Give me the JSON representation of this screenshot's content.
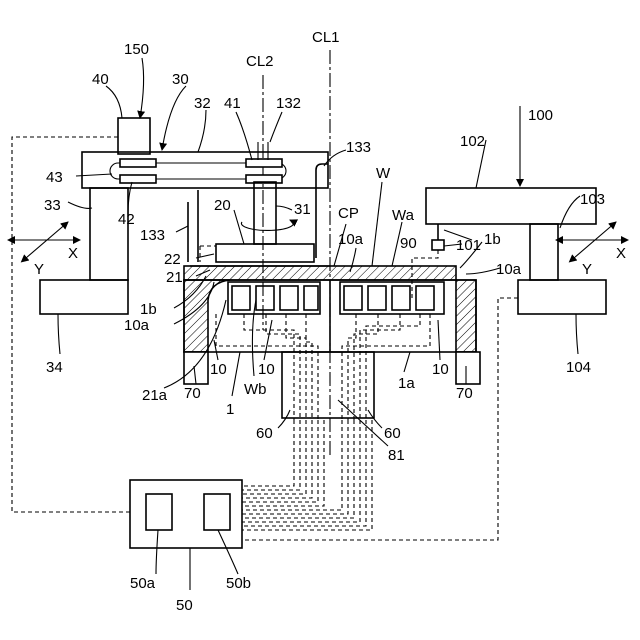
{
  "labels": {
    "l150": "150",
    "l40": "40",
    "l30": "30",
    "l32": "32",
    "l41": "41",
    "l132": "132",
    "lCL2": "CL2",
    "lCL1": "CL1",
    "l133a": "133",
    "l43": "43",
    "l42": "42",
    "l33": "33",
    "l133b": "133",
    "l20": "20",
    "l31": "31",
    "lCP": "CP",
    "lW": "W",
    "lWa": "Wa",
    "l22": "22",
    "l21": "21",
    "l10a_1": "10a",
    "l10a_2": "10a",
    "l10a_3": "10a",
    "l1b_1": "1b",
    "l1b_2": "1b",
    "l90": "90",
    "l101": "101",
    "l100": "100",
    "l102": "102",
    "l103": "103",
    "l34": "34",
    "l104": "104",
    "l21a": "21a",
    "l10_1": "10",
    "l10_2": "10",
    "l10_3": "10",
    "lWb": "Wb",
    "l1": "1",
    "l1a": "1a",
    "l70_1": "70",
    "l70_2": "70",
    "l60_1": "60",
    "l60_2": "60",
    "l81": "81",
    "l50a": "50a",
    "l50b": "50b",
    "l50": "50",
    "axX_left": "X",
    "axY_left": "Y",
    "axX_right": "X",
    "axY_right": "Y"
  }
}
